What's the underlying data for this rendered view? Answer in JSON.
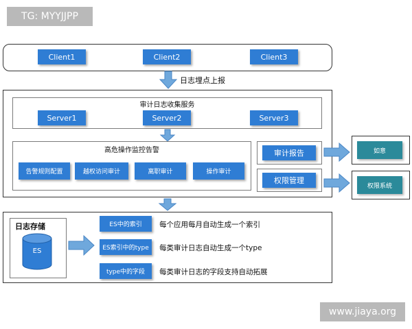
{
  "watermarks": {
    "top_left": "TG: MYYJJPP",
    "bottom_right": "www.jiaya.org"
  },
  "colors": {
    "blue": "#2f7dd4",
    "teal": "#2b8a9a",
    "arrow": "#6fa8dc"
  },
  "clients": [
    "Client1",
    "Client2",
    "Client3"
  ],
  "report_label": "日志埋点上报",
  "collect_service": {
    "title": "审计日志收集服务",
    "servers": [
      "Server1",
      "Server2",
      "Server3"
    ]
  },
  "monitor": {
    "title": "高危操作监控告警",
    "items": [
      "告警规则配置",
      "越权访问审计",
      "离职审计",
      "操作审计"
    ]
  },
  "side": {
    "audit_report": "审计报告",
    "permission": "权限管理",
    "audit_target": "如意",
    "permission_target": "权限系统"
  },
  "storage": {
    "title": "日志存储",
    "db_label": "ES",
    "rows": [
      {
        "key": "ES中的索引",
        "desc": "每个应用每月自动生成一个索引"
      },
      {
        "key": "ES索引中的type",
        "desc": "每类审计日志自动生成一个type"
      },
      {
        "key": "type中的字段",
        "desc": "每类审计日志的字段支持自动拓展"
      }
    ]
  },
  "icons": [
    "arrow-down-icon",
    "arrow-right-icon",
    "database-icon"
  ]
}
